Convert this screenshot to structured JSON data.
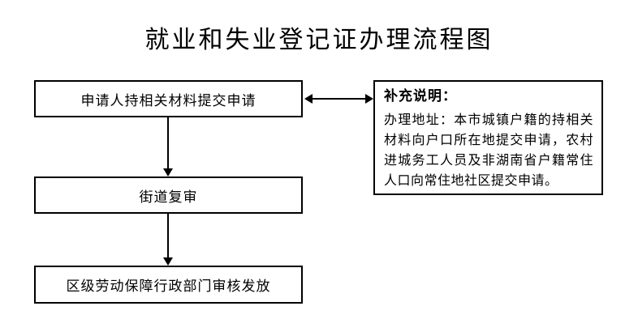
{
  "title": "就业和失业登记证办理流程图",
  "flowchart": {
    "steps": [
      {
        "label": "申请人持相关材料提交申请"
      },
      {
        "label": "街道复审"
      },
      {
        "label": "区级劳动保障行政部门审核发放"
      }
    ],
    "note": {
      "heading": "补充说明：",
      "body": "办理地址：本市城镇户籍的持相关材料向户口所在地提交申请，农村进城务工人员及非湖南省户籍常住人口向常住地社区提交申请。"
    }
  },
  "colors": {
    "background": "#ffffff",
    "line": "#000000",
    "text": "#000000"
  }
}
